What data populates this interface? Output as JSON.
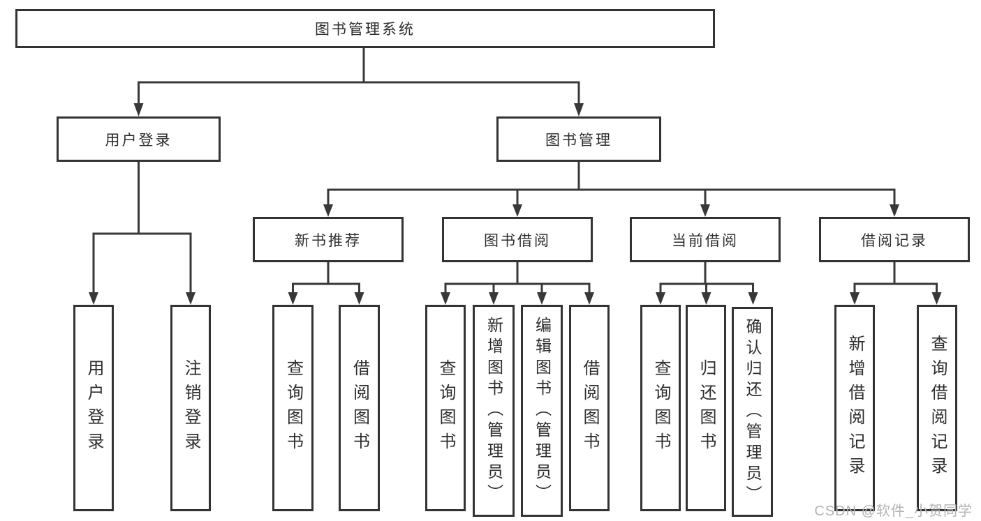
{
  "diagram": {
    "root": "图书管理系统",
    "level2": [
      {
        "label": "用户登录"
      },
      {
        "label": "图书管理"
      }
    ],
    "level3": [
      {
        "label": "新书推荐"
      },
      {
        "label": "图书借阅"
      },
      {
        "label": "当前借阅"
      },
      {
        "label": "借阅记录"
      }
    ],
    "leaves": {
      "user_login": [
        "用户登录",
        "注销登录"
      ],
      "new_book": [
        "查询图书",
        "借阅图书"
      ],
      "book_borrow": [
        "查询图书",
        "新增图书（管理员）",
        "编辑图书（管理员）",
        "借阅图书"
      ],
      "current_borrow": [
        "查询图书",
        "归还图书",
        "确认归还（管理员）"
      ],
      "borrow_records": [
        "新增借阅记录",
        "查询借阅记录"
      ]
    }
  },
  "watermark": "CSDN @软件_小贺同学",
  "colors": {
    "line": "#383838",
    "box_border": "#333333",
    "text": "#2d2d2d",
    "watermark": "#b3b3b3",
    "background": "#ffffff"
  }
}
